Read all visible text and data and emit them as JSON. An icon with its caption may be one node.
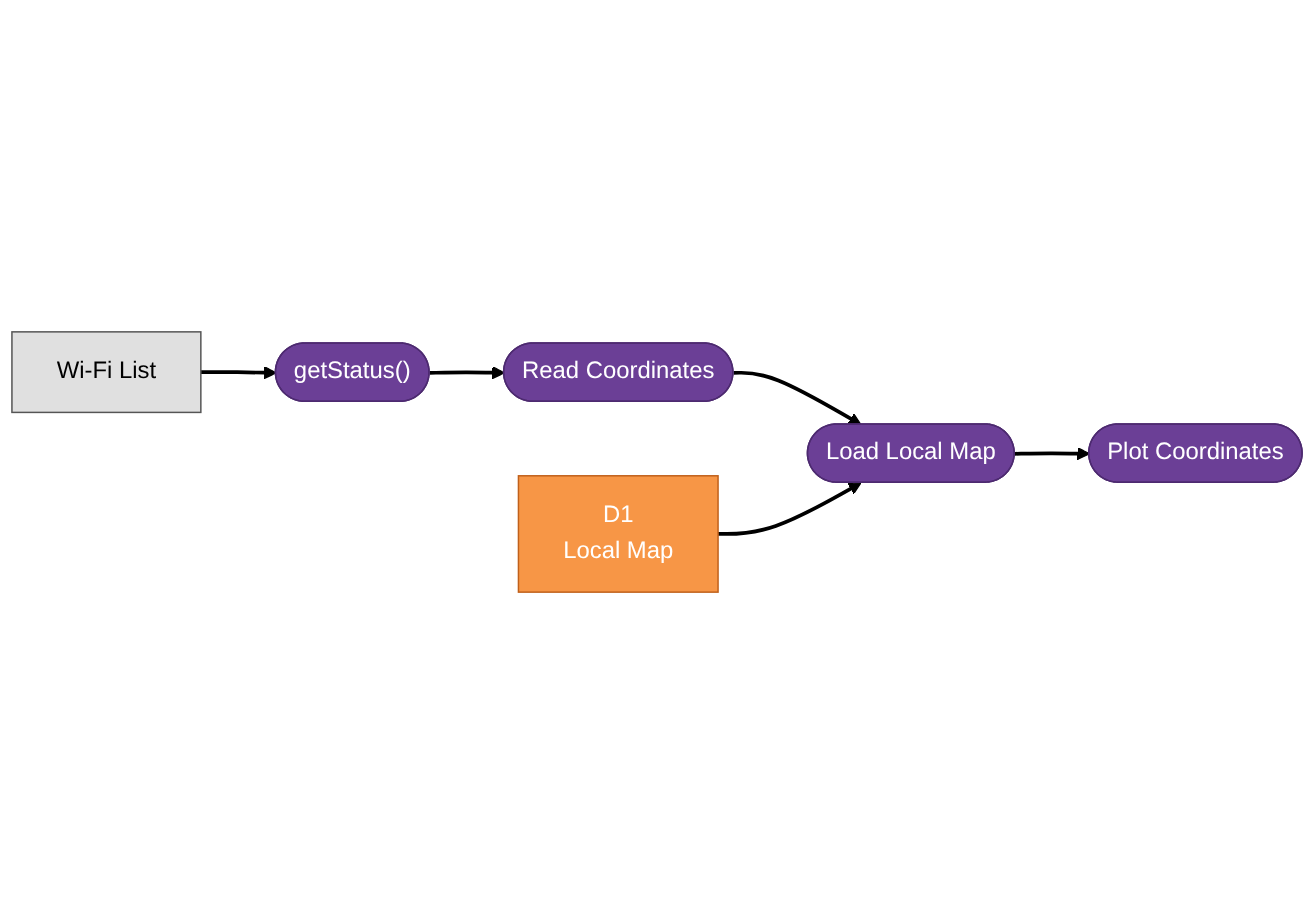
{
  "diagram": {
    "nodes": [
      {
        "text": [
          "Wi-Fi List"
        ]
      },
      {
        "text": [
          "getStatus()"
        ]
      },
      {
        "text": [
          "Read Coordinates"
        ]
      },
      {
        "text": [
          "D1",
          "Local Map"
        ]
      },
      {
        "text": [
          "Load Local Map"
        ]
      },
      {
        "text": [
          "Plot Coordinates"
        ]
      }
    ],
    "edges": [
      {
        "from": 0,
        "to": 1,
        "arrow": "to"
      },
      {
        "from": 1,
        "to": 2,
        "arrow": "to"
      },
      {
        "from": 2,
        "to": 4,
        "arrow": "to"
      },
      {
        "from": 3,
        "to": 4,
        "arrow": "to"
      },
      {
        "from": 4,
        "to": 5,
        "arrow": "to"
      }
    ]
  }
}
